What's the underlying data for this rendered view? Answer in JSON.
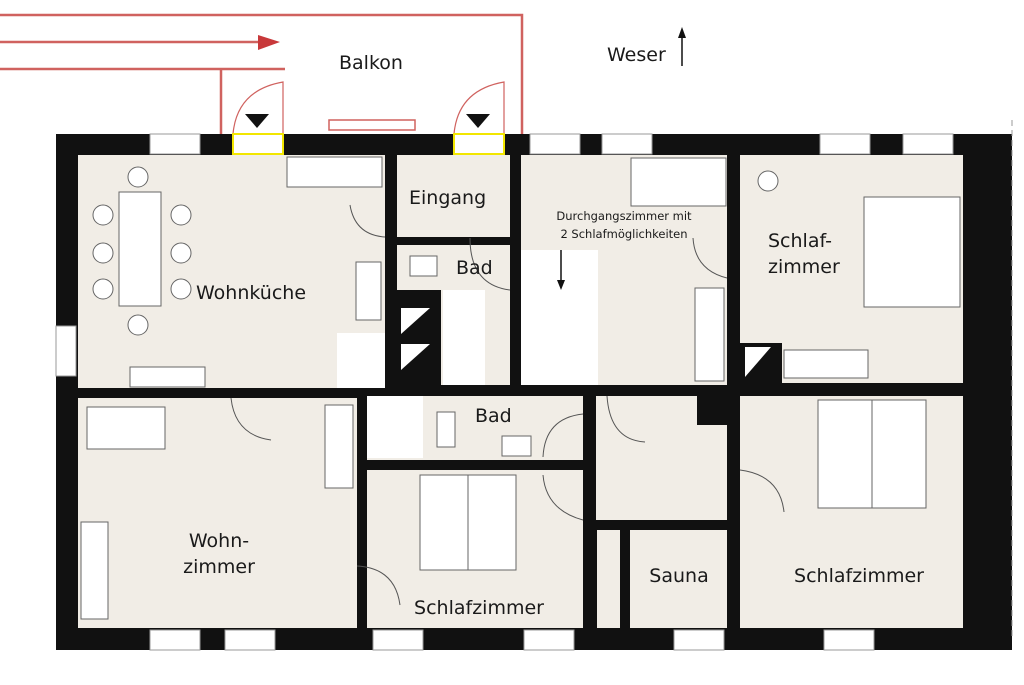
{
  "plan": {
    "north_label": "Weser",
    "rooms": {
      "balkon": "Balkon",
      "wohnkueche": "Wohnküche",
      "eingang": "Eingang",
      "bad_top": "Bad",
      "durchgang_line1": "Durchgangszimmer mit",
      "durchgang_line2": "2 Schlafmöglichkeiten",
      "schlaf_top_line1": "Schlaf-",
      "schlaf_top_line2": "zimmer",
      "wohnzimmer_line1": "Wohn-",
      "wohnzimmer_line2": "zimmer",
      "bad_mid": "Bad",
      "schlaf_mid": "Schlafzimmer",
      "sauna": "Sauna",
      "schlaf_right": "Schlafzimmer"
    },
    "colors": {
      "wall": "#111111",
      "floor": "#f1ede6",
      "balcony": "#d0625f",
      "door_frame": "#f2e600"
    }
  }
}
